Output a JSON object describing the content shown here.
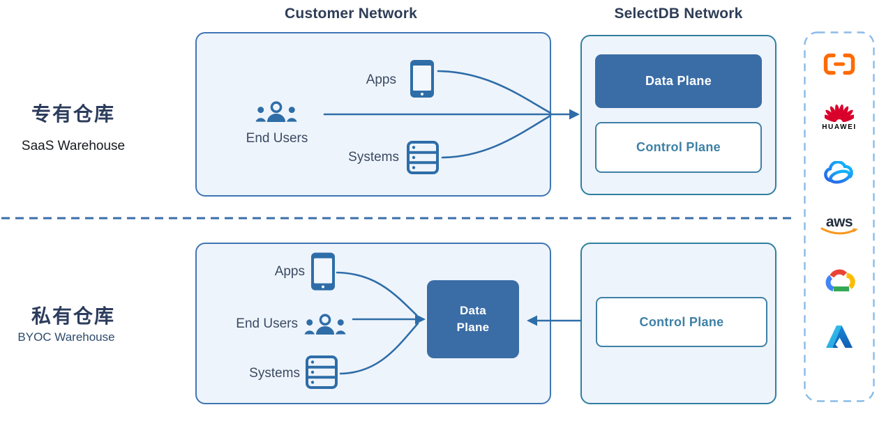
{
  "headers": {
    "customer_network": "Customer Network",
    "selectdb_network": "SelectDB Network"
  },
  "rows": {
    "saas": {
      "title_zh": "专有仓库",
      "title_en": "SaaS Warehouse",
      "customer": {
        "apps": "Apps",
        "end_users": "End Users",
        "systems": "Systems"
      },
      "selectdb": {
        "data_plane": "Data Plane",
        "control_plane": "Control Plane"
      }
    },
    "byoc": {
      "title_zh": "私有仓库",
      "title_en": "BYOC Warehouse",
      "customer": {
        "apps": "Apps",
        "end_users": "End Users",
        "systems": "Systems",
        "data_plane": "Data Plane"
      },
      "selectdb": {
        "control_plane": "Control Plane"
      }
    }
  },
  "providers": [
    {
      "name": "alibaba-cloud"
    },
    {
      "name": "huawei-cloud",
      "label": "HUAWEI"
    },
    {
      "name": "tencent-cloud"
    },
    {
      "name": "aws",
      "label": "aws"
    },
    {
      "name": "google-cloud"
    },
    {
      "name": "azure"
    }
  ],
  "colors": {
    "accent_blue": "#2e6da8",
    "box_fill": "#eef4fb",
    "customer_border": "#3f76b4",
    "selectdb_border": "#2f7fa0",
    "data_plane_fill": "#3a6da6",
    "control_plane_text": "#3d80a6",
    "divider": "#3a6ea8",
    "panel_dash": "#8abbe8",
    "alibaba_orange": "#ff6a00",
    "huawei_red": "#d9002c",
    "aws_smile_orange": "#f7981f"
  }
}
